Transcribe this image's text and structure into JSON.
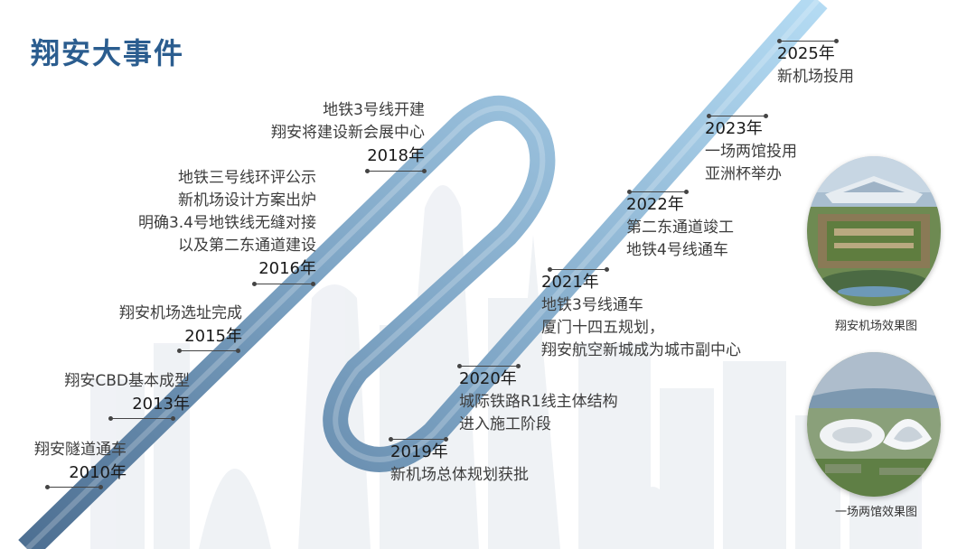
{
  "title": "翔安大事件",
  "events": [
    {
      "year": "2010年",
      "lines": [
        "翔安隧道通车"
      ]
    },
    {
      "year": "2013年",
      "lines": [
        "翔安CBD基本成型"
      ]
    },
    {
      "year": "2015年",
      "lines": [
        "翔安机场选址完成"
      ]
    },
    {
      "year": "2016年",
      "lines": [
        "地铁三号线环评公示",
        "新机场设计方案出炉",
        "明确3.4号地铁线无缝对接",
        "以及第二东通道建设"
      ]
    },
    {
      "year": "2018年",
      "lines": [
        "地铁3号线开建",
        "翔安将建设新会展中心"
      ]
    },
    {
      "year": "2019年",
      "lines": [
        "新机场总体规划获批"
      ]
    },
    {
      "year": "2020年",
      "lines": [
        "城际铁路R1线主体结构",
        "进入施工阶段"
      ]
    },
    {
      "year": "2021年",
      "lines": [
        "地铁3号线通车",
        "厦门十四五规划，",
        "翔安航空新城成为城市副中心"
      ]
    },
    {
      "year": "2022年",
      "lines": [
        "第二东通道竣工",
        "地铁4号线通车"
      ]
    },
    {
      "year": "2023年",
      "lines": [
        "一场两馆投用",
        "亚洲杯举办"
      ]
    },
    {
      "year": "2025年",
      "lines": [
        "新机场投用"
      ]
    }
  ],
  "photos": [
    {
      "caption": "翔安机场效果图"
    },
    {
      "caption": "一场两馆效果图"
    }
  ],
  "colors": {
    "title": "#2b5d8f",
    "band_start": "#4d6f92",
    "band_end": "#a9d3ee"
  }
}
